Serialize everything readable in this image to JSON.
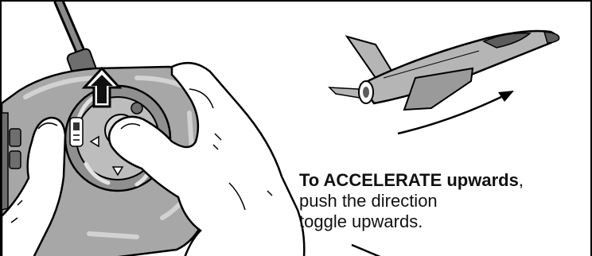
{
  "caption": {
    "heading": "To ACCELERATE upwards",
    "heading_suffix": ",",
    "line2": "push the direction",
    "line3": "toggle upwards."
  },
  "colors": {
    "controller_body": "#a7a7a7",
    "controller_light": "#d2d2d2",
    "controller_dark": "#6e6e6e",
    "hand": "#ffffff",
    "jet_body": "#b5b5b5",
    "jet_dark": "#5c5c5c",
    "outline": "#000000"
  },
  "icons": [
    "remote-controller-illustration",
    "hand-illustration",
    "up-arrow-icon",
    "jet-airplane-illustration",
    "curved-arrow-icon"
  ]
}
